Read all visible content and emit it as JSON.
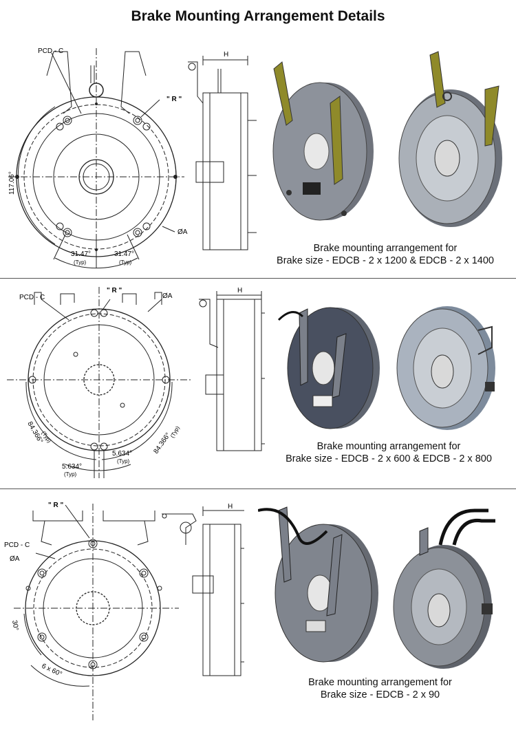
{
  "title": "Brake Mounting Arrangement Details",
  "colors": {
    "lever": "#8f8a2a",
    "body": "#7b7f88",
    "face": "#a9aeb6",
    "line": "#222222"
  },
  "panels": [
    {
      "labels": {
        "pcd": "PCD - C",
        "r": "\" R \"",
        "dia": "ØA",
        "h": "H",
        "ang1": "31.47°",
        "ang2": "31.47°",
        "typ1": "(Typ)",
        "typ2": "(Typ)",
        "side": "117.06°"
      },
      "caption_line1": "Brake mounting arrangement for",
      "caption_line2": "Brake size - EDCB - 2 x 1200 & EDCB - 2 x 1400"
    },
    {
      "labels": {
        "pcd": "PCD - C",
        "r": "\" R \"",
        "dia": "ØA",
        "h": "H",
        "ang1": "84.366°",
        "ang2": "84.366°",
        "typ1": "(Typ)",
        "typ2": "(Typ)",
        "ang3": "5.634°",
        "ang4": "5.634°",
        "typ3": "(Typ)",
        "typ4": "(Typ)"
      },
      "caption_line1": "Brake mounting arrangement for",
      "caption_line2": "Brake size - EDCB - 2 x 600 & EDCB - 2 x 800"
    },
    {
      "labels": {
        "pcd": "PCD - C",
        "r": "\" R \"",
        "dia": "ØA",
        "h": "H",
        "ang1": "30°",
        "ang2": "6 x 60°"
      },
      "caption_line1": "Brake mounting arrangement for",
      "caption_line2": "Brake size - EDCB - 2 x 90"
    }
  ]
}
